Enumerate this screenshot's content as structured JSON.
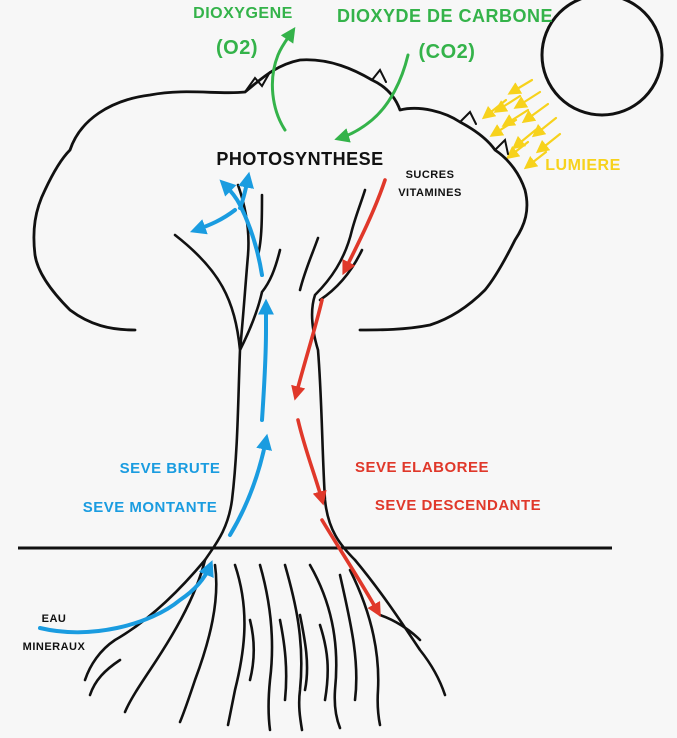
{
  "labels": {
    "oxygen_name": "DIOXYGENE",
    "oxygen_formula": "(O2)",
    "co2_name": "DIOXYDE DE CARBONE",
    "co2_formula": "(CO2)",
    "photosynthesis": "PHOTOSYNTHESE",
    "sugars": "SUCRES",
    "vitamins": "VITAMINES",
    "light": "LUMIERE",
    "raw_sap": "SEVE BRUTE",
    "rising_sap": "SEVE MONTANTE",
    "elaborated_sap": "SEVE ELABOREE",
    "descending_sap": "SEVE DESCENDANTE",
    "water": "EAU",
    "minerals": "MINERAUX"
  },
  "colors": {
    "oxygen": "#34b34a",
    "co2": "#34b34a",
    "raw_sap": "#1a9ce0",
    "elaborated_sap": "#e0382a",
    "light": "#f7d21c",
    "outline": "#111111",
    "background": "#f7f7f7"
  }
}
